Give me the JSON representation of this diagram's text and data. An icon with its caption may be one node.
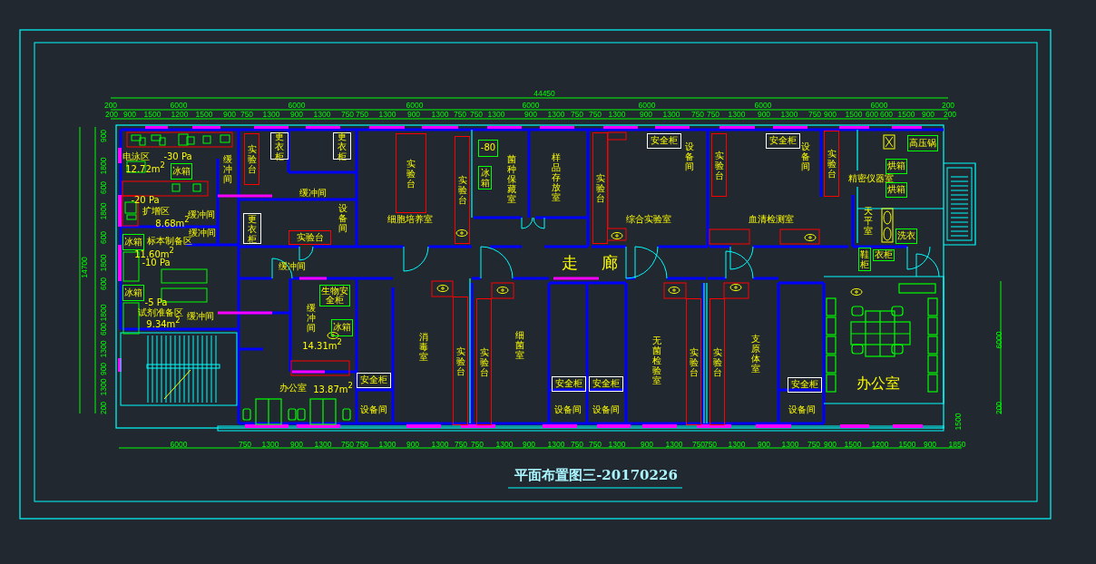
{
  "diagram": {
    "title": "平面布置图三-20170226",
    "nodes": [
      {
        "text": [
          "实验台"
        ]
      },
      {
        "text": [
          "更衣柜"
        ]
      },
      {
        "text": [
          "更衣柜"
        ]
      },
      {
        "text": [
          "更衣柜"
        ]
      },
      {
        "text": [
          "冰箱"
        ]
      },
      {
        "text": [
          "冰箱"
        ]
      },
      {
        "text": [
          "冰箱"
        ]
      },
      {
        "text": [
          "实验台"
        ]
      },
      {
        "text": [
          "生物安全柜"
        ]
      },
      {
        "text": [
          "冰箱"
        ]
      },
      {
        "text": [
          "实验台"
        ]
      },
      {
        "text": [
          "实验台"
        ]
      },
      {
        "text": [
          "-80"
        ]
      },
      {
        "text": [
          "冰箱"
        ]
      },
      {
        "text": [
          "实验台"
        ]
      },
      {
        "text": [
          "安全柜"
        ]
      },
      {
        "text": [
          "实验台"
        ]
      },
      {
        "text": [
          "安全柜"
        ]
      },
      {
        "text": [
          "实验台"
        ]
      },
      {
        "text": [
          "高压锅"
        ]
      },
      {
        "text": [
          "烘箱"
        ]
      },
      {
        "text": [
          "烘箱"
        ]
      },
      {
        "text": [
          "洗衣"
        ]
      },
      {
        "text": [
          "鞋柜"
        ]
      },
      {
        "text": [
          "衣柜"
        ]
      },
      {
        "text": [
          "安全柜"
        ]
      },
      {
        "text": [
          "实验台"
        ]
      },
      {
        "text": [
          "实验台"
        ]
      },
      {
        "text": [
          "安全柜"
        ]
      },
      {
        "text": [
          "安全柜"
        ]
      },
      {
        "text": [
          "实验台"
        ]
      },
      {
        "text": [
          "实验台"
        ]
      },
      {
        "text": [
          "安全柜"
        ]
      }
    ],
    "labels": [
      "44450",
      "200",
      "6000",
      "6000",
      "6000",
      "6000",
      "6000",
      "6000",
      "6000",
      "200",
      "200",
      "900",
      "1500",
      "1200",
      "1500",
      "900",
      "750",
      "1300",
      "900",
      "1300",
      "750",
      "750",
      "1300",
      "900",
      "1300",
      "750",
      "750",
      "1300",
      "900",
      "1300",
      "750",
      "750",
      "1300",
      "900",
      "1300",
      "750",
      "750",
      "1300",
      "900",
      "1300",
      "750",
      "900",
      "1500",
      "600",
      "600",
      "1500",
      "900",
      "200",
      "900",
      "1800",
      "600",
      "1800",
      "600",
      "1800",
      "600",
      "1800",
      "600",
      "1300",
      "900",
      "1300",
      "200",
      "14700",
      "电泳区",
      "-30 Pa",
      "12.72m$^{2}$",
      "缓冲间",
      "-20 Pa",
      "扩增区",
      "8.68m$^{2}$",
      "缓冲间",
      "标本制备区",
      "缓冲间",
      "11.60m$^{2}$",
      "-10 Pa",
      "-5 Pa",
      "试剂准备区",
      "缓冲间",
      "9.34m$^{2}$",
      "缓冲间",
      "设备间",
      "缓冲间",
      "缓冲间",
      "14.31m$^{2}$",
      "办公室",
      "13.87m$^{2}$",
      "细胞培养室",
      "菌种保藏室",
      "样品存放室",
      "综合实验室",
      "设备间",
      "血清检测室",
      "设备间",
      "精密仪器室",
      "天平室",
      "走廊",
      "消毒室",
      "细菌室",
      "无菌检验室",
      "支原体室",
      "办公室",
      "设备间",
      "设备间",
      "设备间",
      "设备间",
      "6000",
      "750",
      "1300",
      "900",
      "1300",
      "750",
      "750",
      "1300",
      "900",
      "1300",
      "750",
      "750",
      "1300",
      "900",
      "1300",
      "750",
      "750",
      "1300",
      "900",
      "1300",
      "750",
      "750",
      "1300",
      "900",
      "1300",
      "750",
      "900",
      "1500",
      "1200",
      "1500",
      "900",
      "1850",
      "6000",
      "200",
      "1500"
    ]
  }
}
